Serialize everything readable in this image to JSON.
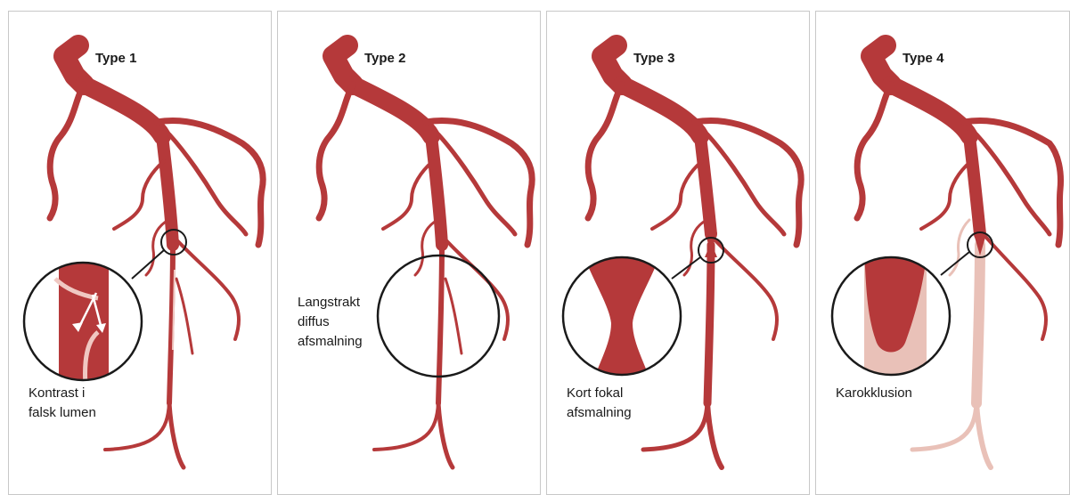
{
  "colors": {
    "artery": "#b5393a",
    "occluded": "#e9c1b8",
    "false_lumen": "#f0c8c2",
    "border": "#c8c8c8",
    "text": "#1a1a1a"
  },
  "panels": [
    {
      "title": "Type 1",
      "label": "Kontrast i\nfalsk lumen"
    },
    {
      "title": "Type 2",
      "label": "Langstrakt\ndiffus\nafsmalning"
    },
    {
      "title": "Type 3",
      "label": "Kort fokal\nafsmalning"
    },
    {
      "title": "Type 4",
      "label": "Karokklusion"
    }
  ]
}
